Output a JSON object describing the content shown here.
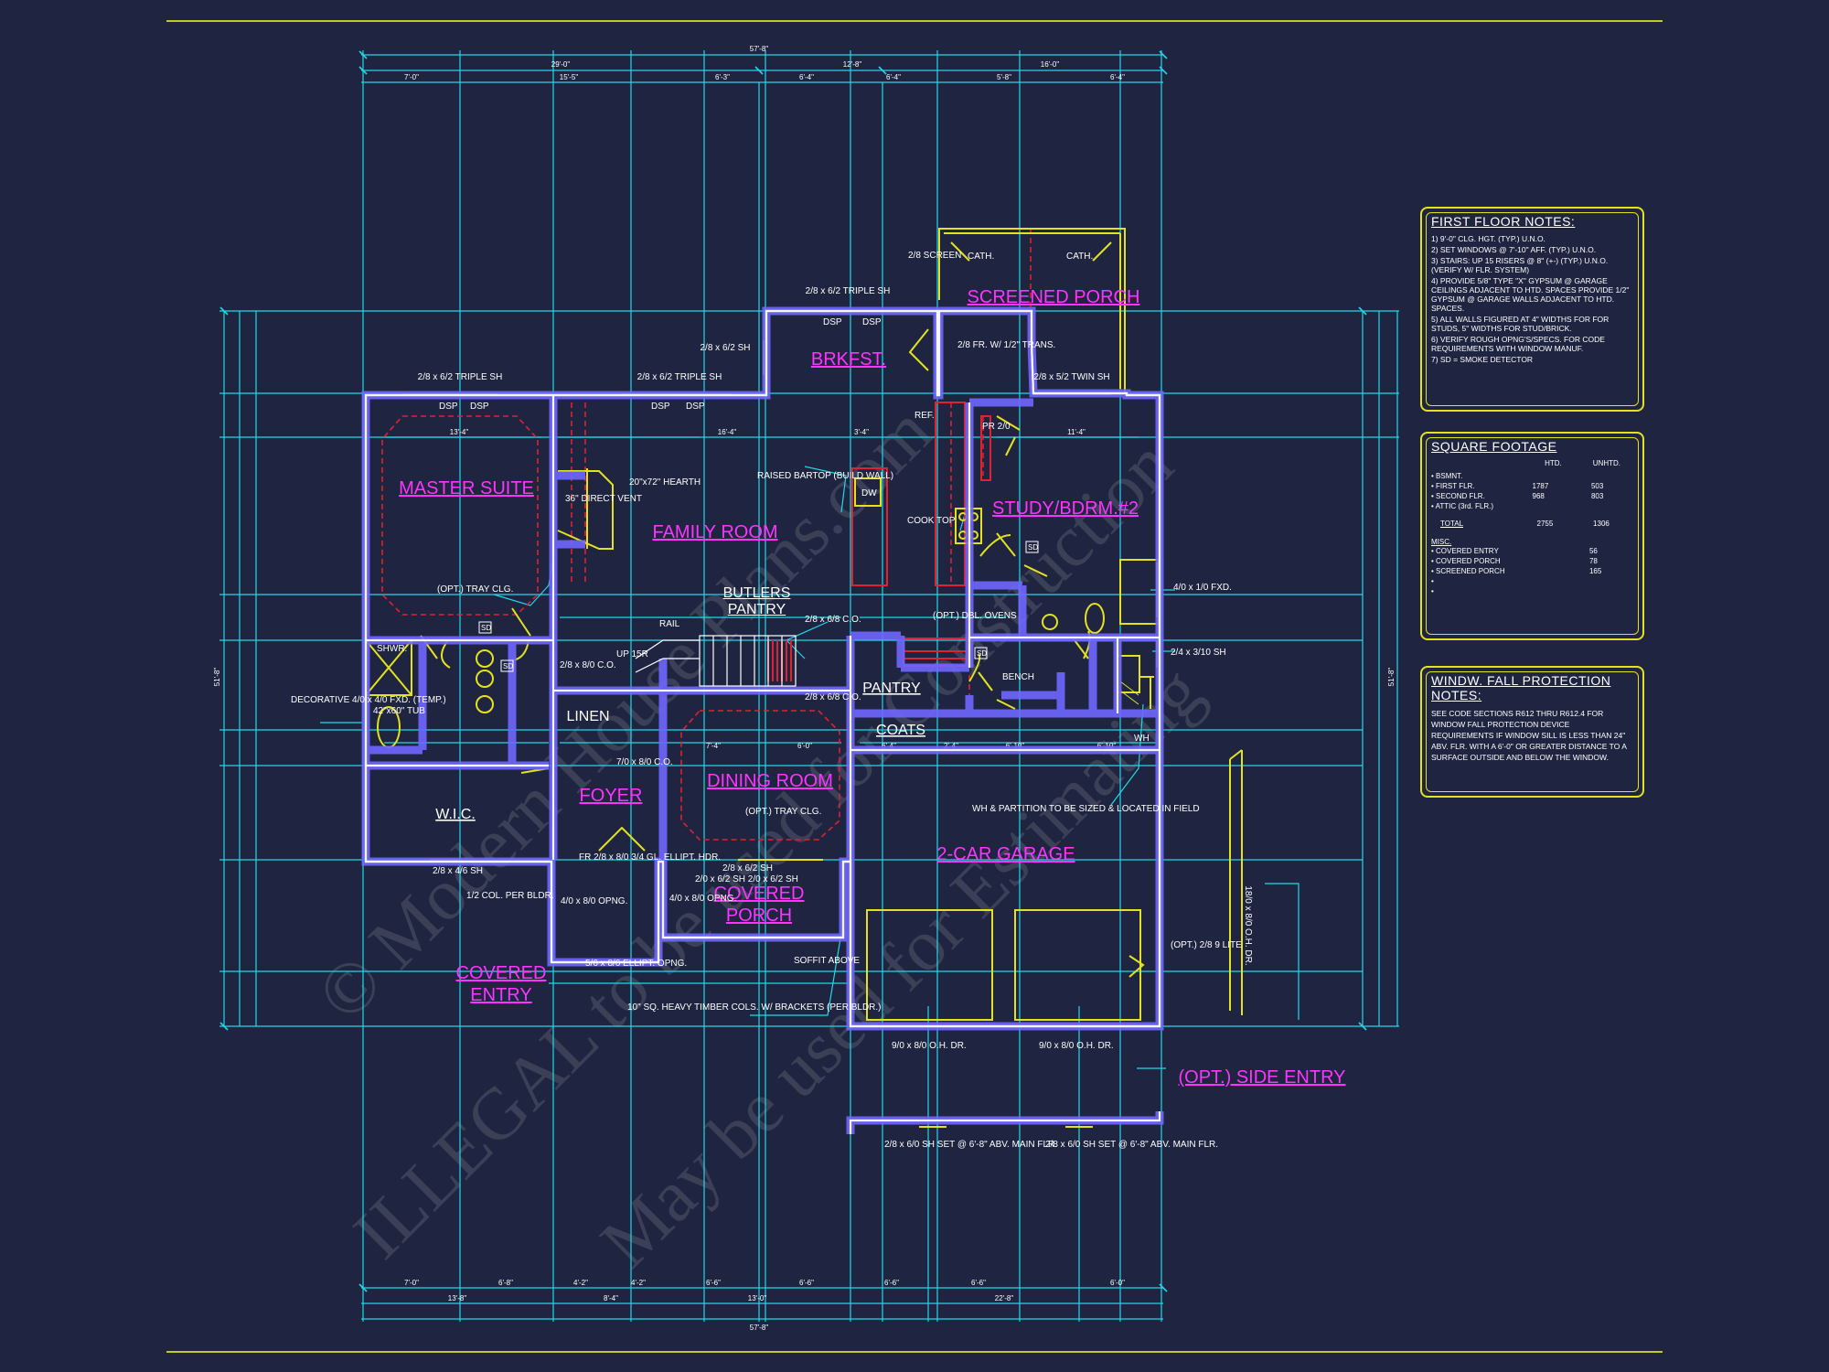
{
  "rooms": {
    "master_suite": "MASTER SUITE",
    "family_room": "FAMILY ROOM",
    "brkfst": "BRKFST.",
    "screened_porch": "SCREENED PORCH",
    "study": "STUDY/BDRM.#2",
    "butlers_pantry": "BUTLERS PANTRY",
    "pantry": "PANTRY",
    "coats": "COATS",
    "linen": "LINEN",
    "foyer": "FOYER",
    "dining_room": "DINING ROOM",
    "garage": "2-CAR GARAGE",
    "covered_porch": "COVERED PORCH",
    "covered_entry": "COVERED ENTRY",
    "wic": "W.I.C.",
    "side_entry": "(OPT.) SIDE ENTRY"
  },
  "labels": {
    "triple_sh_left": "2/8 x 6/2 TRIPLE SH",
    "triple_sh_mid": "2/8 x 6/2 TRIPLE SH",
    "triple_sh_top": "2/8 x 6/2 TRIPLE SH",
    "sh_62": "2/8 x 6/2 SH",
    "twin_sh": "2/8 x 5/2 TWIN SH",
    "dsp": "DSP",
    "screen": "2/8 SCREEN",
    "cath": "CATH.",
    "fr_trans": "2/8 FR. W/ 1/2\" TRANS.",
    "ref": "REF.",
    "pr": "PR 2/0",
    "dw": "DW",
    "bartop": "RAISED BARTOP (BUILD WALL)",
    "cook_top": "COOK TOP",
    "hearth": "20\"x72\" HEARTH",
    "direct_vent": "36\" DIRECT VENT",
    "tray_clg": "(OPT.) TRAY CLG.",
    "dining_tray": "(OPT.) TRAY CLG.",
    "fxd": "4/0 x 1/0 FXD.",
    "sh_310": "2/4 x 3/10 SH",
    "decorative": "DECORATIVE 4/0 x 4/0 FXD. (TEMP.)",
    "tub": "42\"x60\" TUB",
    "shwr": "SHWR.",
    "rail": "RAIL",
    "up": "UP 15R",
    "co_1": "2/8 x 8/0 C.O.",
    "co_2": "2/8 x 6/8 C.O.",
    "co_3": "2/8 x 6/8 C.O.",
    "co_4": "7/0 x 8/0 C.O.",
    "dbl_ovens": "(OPT.) DBL. OVENS",
    "bench": "BENCH",
    "wh": "WH",
    "wh_note": "WH & PARTITION TO BE SIZED & LOCATED IN FIELD",
    "ohdr_1": "9/0 x 8/0 O.H. DR.",
    "ohdr_2": "9/0 x 8/0 O.H. DR.",
    "ohdr_side": "18/0 x 8/0 O.H. DR.",
    "nine_lite": "(OPT.) 2/8 9 LITE",
    "sh_46": "2/8 x 4/6 SH",
    "fr_ellipt": "FR 2/8 x 8/0 3/4 GL. ELLIPT. HDR.",
    "col": "1/2 COL. PER BLDR.",
    "opng_1": "4/0 x 8/0 OPNG.",
    "opng_2": "4/0 x 8/0 OPNG.",
    "ellipt_opng": "5/6 x 8/6 ELLIPT. OPNG.",
    "sh_mid": "2/0 x 6/2 SH    2/0 x 6/2 SH",
    "sh_mid_top": "2/8 x 6/2 SH",
    "soffit": "SOFFIT ABOVE",
    "timber_cols": "10\" SQ. HEAVY TIMBER COLS. W/ BRACKETS (PER BLDR.)",
    "garage_win_1": "2/8 x 6/0 SH SET @ 6'-8\" ABV. MAIN FLR.",
    "garage_win_2": "2/8 x 6/0 SH SET @ 6'-8\" ABV. MAIN FLR.",
    "sd": "SD"
  },
  "dims": {
    "overall_top": "57'-8\"",
    "overall_bottom": "57'-8\"",
    "top_row1": [
      "29'-0\"",
      "12'-8\"",
      "16'-0\""
    ],
    "top_row2": [
      "7'-0\"",
      "15'-5\"",
      "6'-3\"",
      "6'-4\"",
      "6'-4\"",
      "5'-8\"",
      "6'-4\""
    ],
    "bottom_row1": [
      "13'-8\"",
      "8'-4\"",
      "13'-0\"",
      "22'-8\""
    ],
    "bottom_row2": [
      "7'-0\"",
      "6'-8\"",
      "4'-2\"",
      "4'-2\"",
      "6'-6\"",
      "6'-6\"",
      "6'-6\"",
      "6'-6\"",
      "6'-0\""
    ],
    "left_total": "51'-8\"",
    "right_total": "51'-8\"",
    "master_w": "13'-4\"",
    "family_w": "16'-4\"",
    "brk_w": "3'-4\"",
    "study_w": "11'-4\"",
    "dining_w": [
      "7'-4\"",
      "6'-0\""
    ],
    "garage_w": [
      "6'-4\"",
      "2'-4\"",
      "6'-10\"",
      "6'-10\""
    ]
  },
  "notes": {
    "first_floor": {
      "title": "FIRST FLOOR NOTES:",
      "lines": [
        "1) 9'-0\" CLG. HGT. (TYP.) U.N.O.",
        "2) SET WINDOWS @ 7'-10\" AFF. (TYP.) U.N.O.",
        "3) STAIRS: UP 15 RISERS @ 8\" (+-) (TYP.) U.N.O. (VERIFY W/ FLR. SYSTEM)",
        "4) PROVIDE 5/8\" TYPE \"X\" GYPSUM @ GARAGE CEILINGS ADJACENT TO HTD. SPACES PROVIDE 1/2\" GYPSUM @ GARAGE WALLS ADJACENT TO HTD. SPACES.",
        "5) ALL WALLS FIGURED AT 4\" WIDTHS FOR FOR STUDS, 5\" WIDTHS FOR STUD/BRICK.",
        "6) VERIFY ROUGH OPNG'S/SPECS. FOR CODE REQUIREMENTS WITH WINDOW MANUF.",
        "7) SD = SMOKE DETECTOR"
      ]
    },
    "square_footage": {
      "title": "SQUARE FOOTAGE",
      "col_htd": "HTD.",
      "col_unhtd": "UNHTD.",
      "rows": [
        {
          "name": "• BSMNT.",
          "htd": "",
          "unhtd": ""
        },
        {
          "name": "• FIRST FLR.",
          "htd": "1787",
          "unhtd": "503"
        },
        {
          "name": "• SECOND FLR.",
          "htd": "968",
          "unhtd": "803"
        },
        {
          "name": "• ATTIC (3rd. FLR.)",
          "htd": "",
          "unhtd": ""
        },
        {
          "name": "TOTAL",
          "htd": "2755",
          "unhtd": "1306"
        }
      ],
      "misc_title": "MISC.",
      "misc_rows": [
        {
          "name": "• COVERED ENTRY",
          "val": "56"
        },
        {
          "name": "• COVERED PORCH",
          "val": "78"
        },
        {
          "name": "• SCREENED PORCH",
          "val": "165"
        },
        {
          "name": "•",
          "val": ""
        },
        {
          "name": "•",
          "val": ""
        }
      ]
    },
    "fall_protection": {
      "title": "WINDW. FALL PROTECTION NOTES:",
      "text": "SEE CODE SECTIONS R612 THRU R612.4 FOR WINDOW FALL PROTECTION DEVICE REQUIREMENTS IF WINDOW SILL IS LESS THAN 24\" ABV. FLR. WITH A 6'-0\" OR GREATER DISTANCE TO A SURFACE OUTSIDE AND BELOW THE WINDOW."
    }
  },
  "watermark": [
    "© Modern House Plans.com",
    "ILLEGAL to be used for Construction",
    "May be used for Estimating"
  ],
  "colors": {
    "background": "#1f2540",
    "wall": "#9b8cff",
    "wall_core": "#ffffff",
    "dimension": "#20d8e8",
    "room_label": "#ff33ff",
    "yellow": "#e4e21f",
    "red": "#e0212f"
  }
}
